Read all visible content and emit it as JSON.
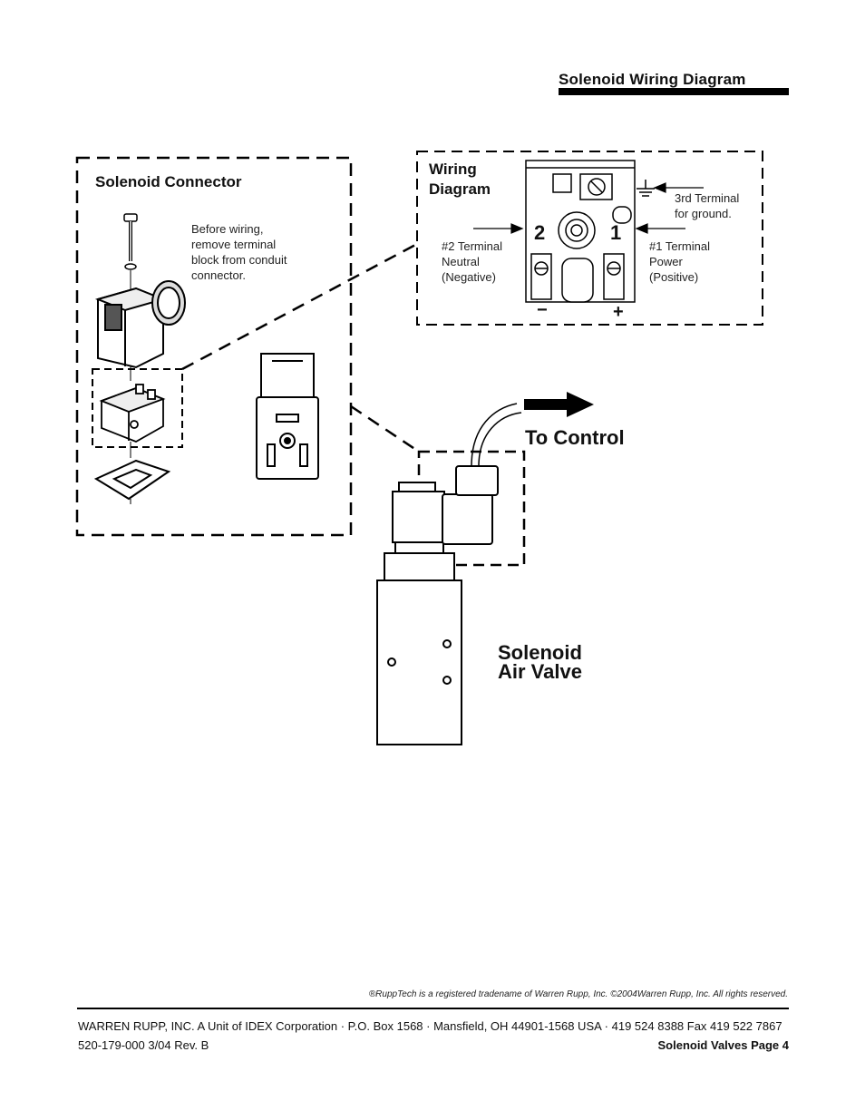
{
  "header": {
    "title": "Solenoid Wiring Diagram"
  },
  "connector_box": {
    "title": "Solenoid Connector",
    "note_lines": [
      "Before wiring,",
      "remove terminal",
      "block from conduit",
      "connector."
    ]
  },
  "wiring_box": {
    "title_lines": [
      "Wiring",
      "Diagram"
    ],
    "terminal2_lines": [
      "#2 Terminal",
      "Neutral",
      "(Negative)"
    ],
    "terminal1_lines": [
      "#1 Terminal",
      "Power",
      "(Positive)"
    ],
    "ground_lines": [
      "3rd Terminal",
      "for ground."
    ],
    "label_2": "2",
    "label_1": "1",
    "minus": "−",
    "plus": "+"
  },
  "labels": {
    "to_control": "To Control",
    "valve_lines": [
      "Solenoid",
      "Air Valve"
    ]
  },
  "footer": {
    "trademark": "®RuppTech is a registered tradename of Warren Rupp, Inc.    ©2004Warren Rupp, Inc. All rights reserved.",
    "company": "WARREN RUPP, INC.  A Unit of IDEX Corporation · P.O. Box 1568 · Mansfield, OH  44901-1568 USA · 419 524 8388  Fax 419 522 7867",
    "doc_number": "520-179-000  3/04  Rev. B",
    "section": "Solenoid Valves    Page 4"
  }
}
